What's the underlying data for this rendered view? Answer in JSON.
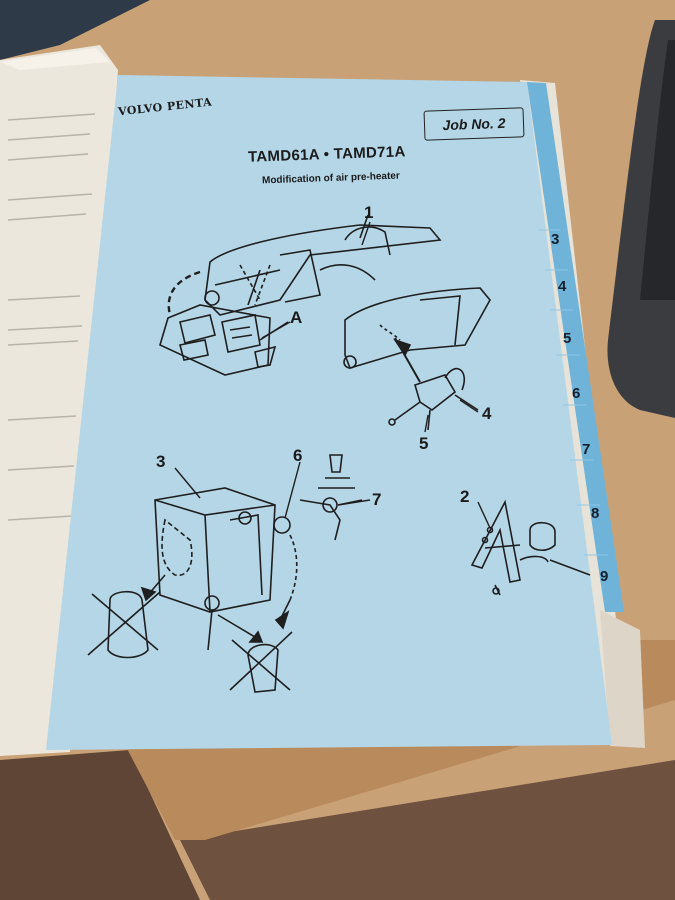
{
  "document": {
    "brand_logo": "VOLVO PENTA",
    "job_label": "Job No. 2",
    "model_title": "TAMD61A  •  TAMD71A",
    "subtitle": "Modification of air pre-heater"
  },
  "callouts": {
    "top_number": "1",
    "top_letter": "A",
    "label_4": "4",
    "label_5": "5",
    "label_3": "3",
    "label_6": "6",
    "label_7": "7",
    "label_2": "2"
  },
  "index_tabs": [
    "3",
    "4",
    "5",
    "6",
    "7",
    "8",
    "9"
  ],
  "colors": {
    "page": "#b5d6e6",
    "index_strip": "#6fb3d9",
    "desk": "#c99f6f",
    "floor": "#6b4e3a",
    "ink": "#1b1b1b"
  }
}
